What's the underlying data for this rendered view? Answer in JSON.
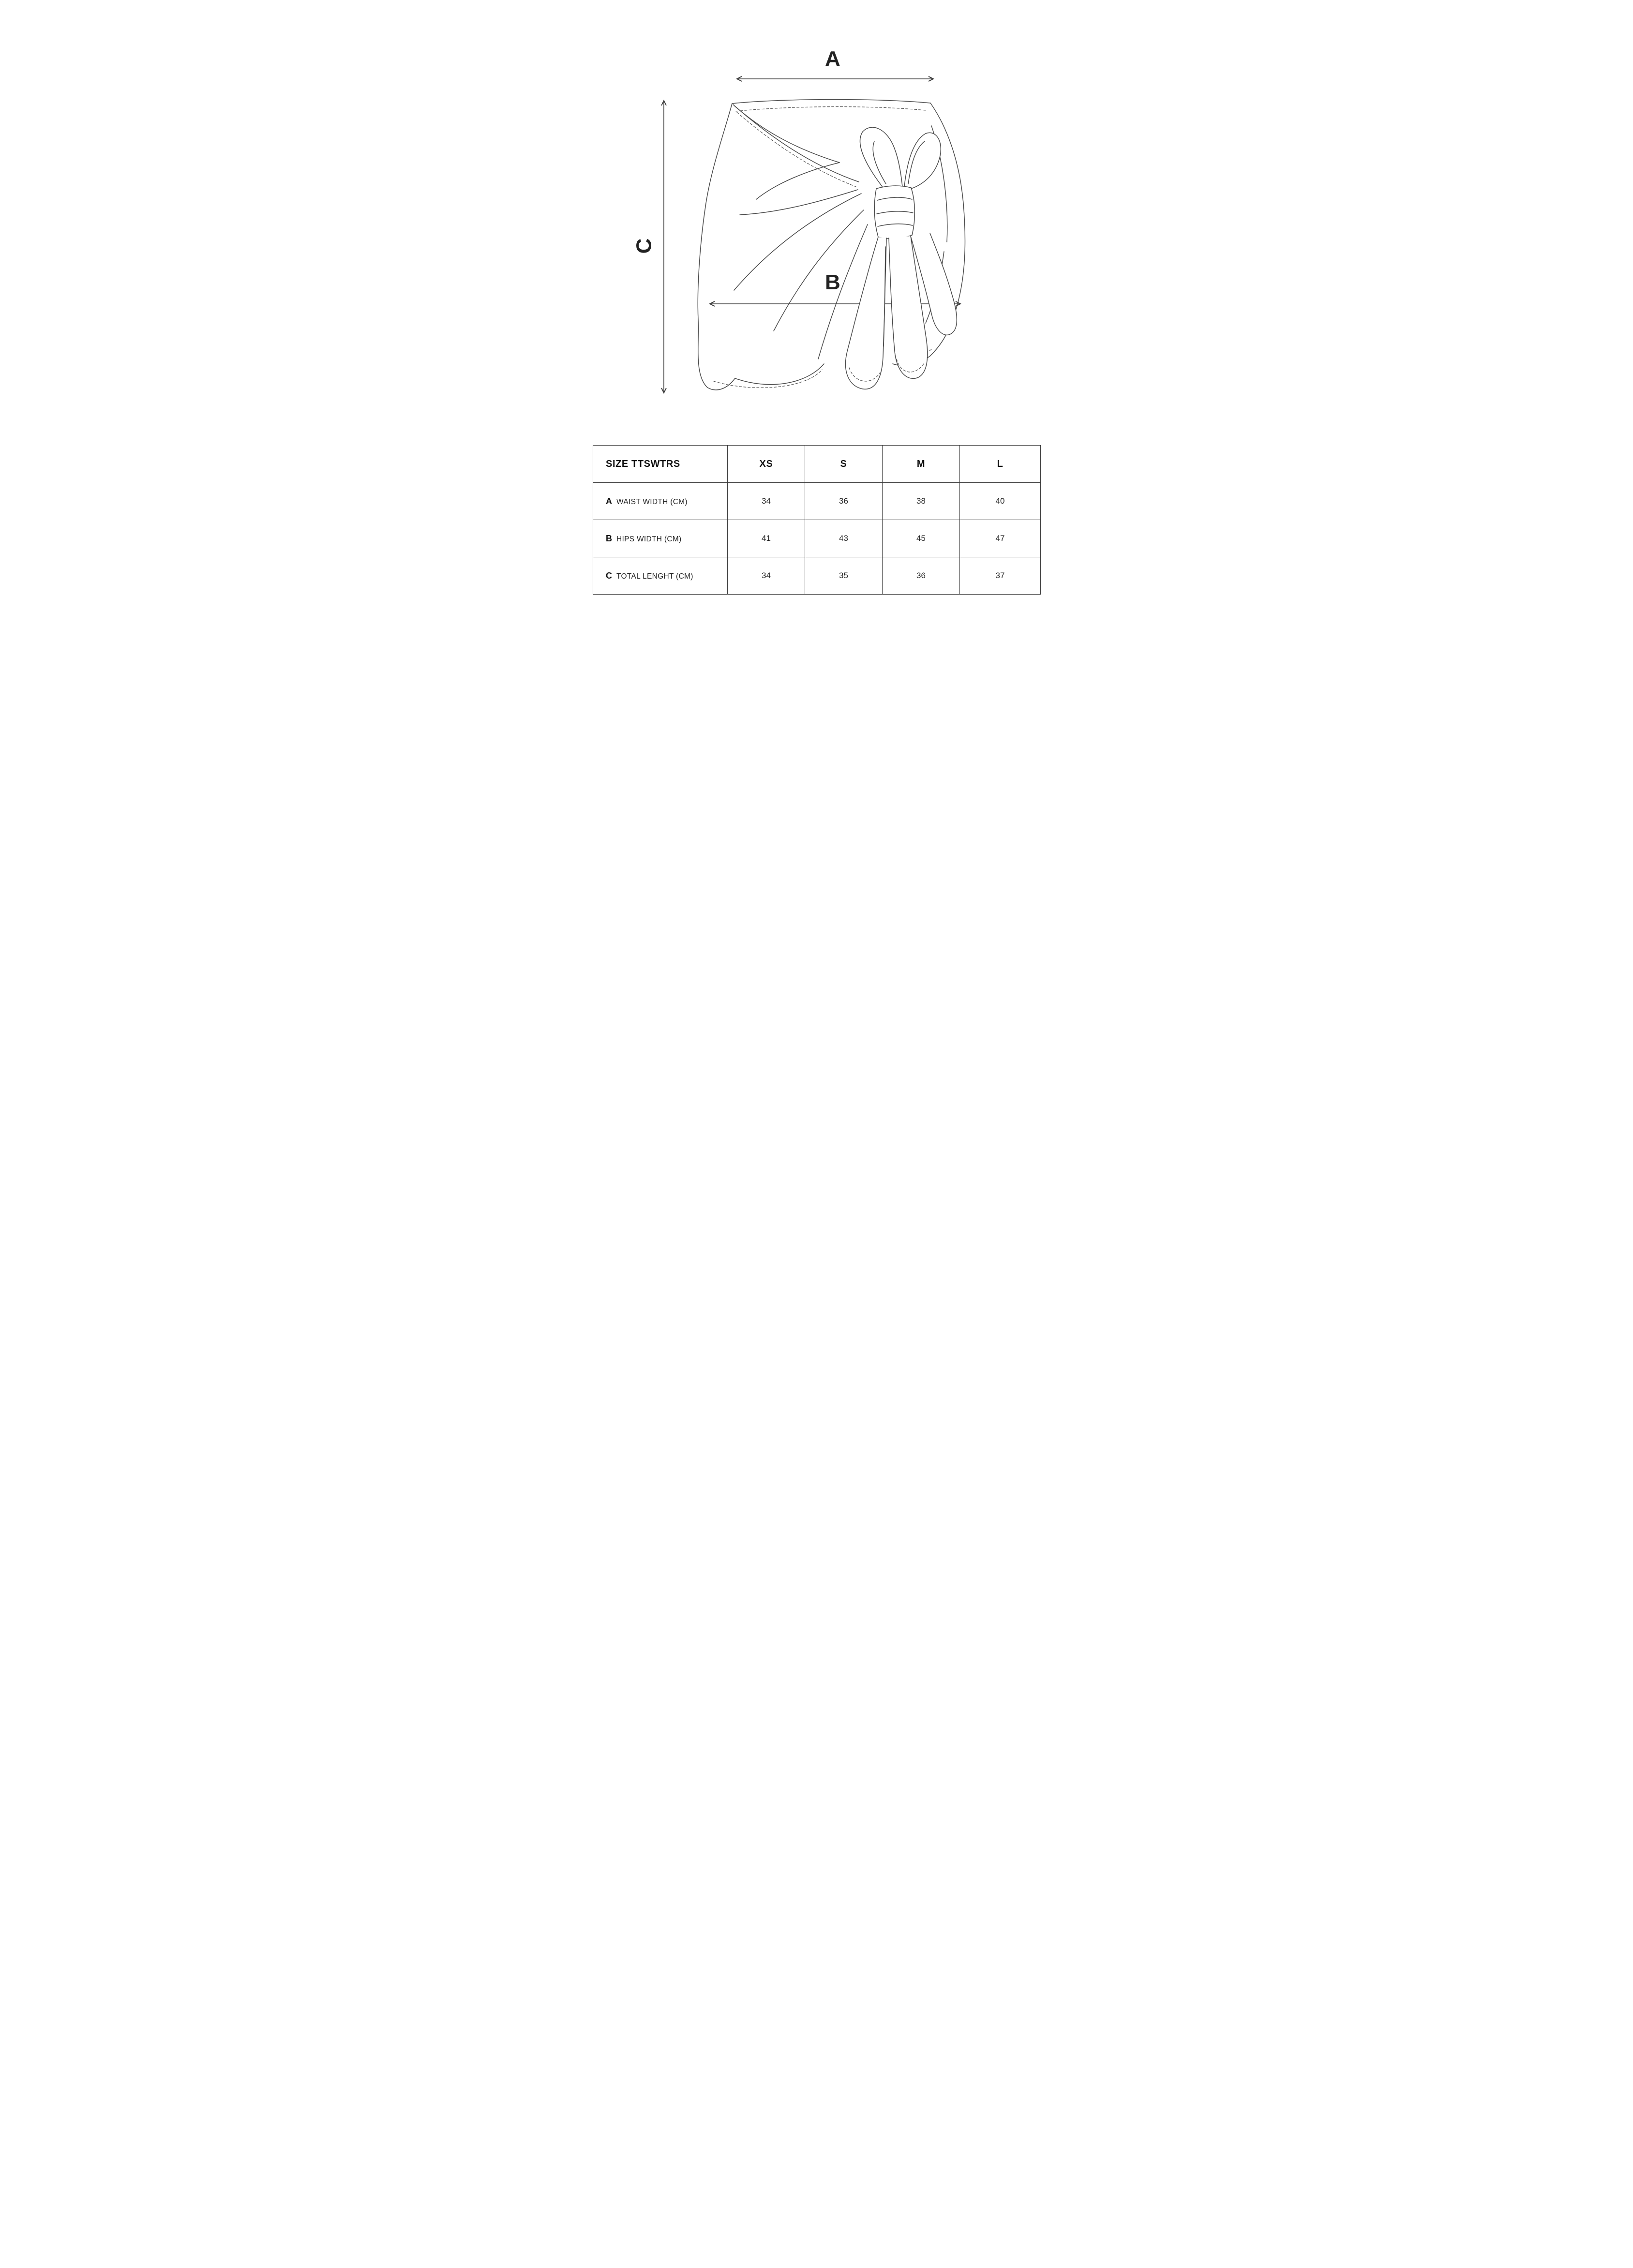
{
  "diagram": {
    "labels": {
      "a": "A",
      "b": "B",
      "c": "C"
    },
    "sketch": "technical flat sketch of wrap mini skirt (sarong) with side knot and bow"
  },
  "size_table": {
    "header": [
      "SIZE TTSWTRS",
      "XS",
      "S",
      "M",
      "L"
    ],
    "rows": [
      {
        "letter": "A",
        "label": "WAIST WIDTH (CM)",
        "values": [
          "34",
          "36",
          "38",
          "40"
        ]
      },
      {
        "letter": "B",
        "label": "HIPS WIDTH (CM)",
        "values": [
          "41",
          "43",
          "45",
          "47"
        ]
      },
      {
        "letter": "C",
        "label": "TOTAL LENGHT (CM)",
        "values": [
          "34",
          "35",
          "36",
          "37"
        ]
      }
    ]
  },
  "colors": {
    "line": "#3c3c3c",
    "text": "#1c1c1c"
  }
}
